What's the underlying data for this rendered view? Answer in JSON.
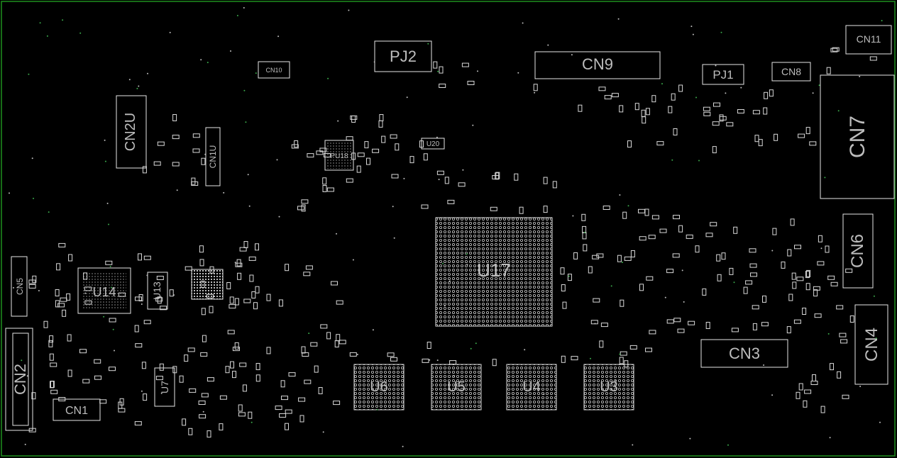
{
  "colors": {
    "background": "#000000",
    "outline": "#1f8f1f",
    "silkscreen": "#e6e6e6",
    "label": "#bdbdbd"
  },
  "components": {
    "pj2": "PJ2",
    "cn9": "CN9",
    "pj1": "PJ1",
    "cn8": "CN8",
    "cn11": "CN11",
    "cn10": "CN10",
    "cn7": "CN7",
    "cn2u": "CN2U",
    "cn1u": "CN1U",
    "pu18": "PU18",
    "u20": "U20",
    "cn6": "CN6",
    "u17": "U17",
    "cn5": "CN5",
    "u14": "U14",
    "u13": "U13",
    "cn2": "CN2",
    "cn1": "CN1",
    "u7": "U7",
    "u6": "U6",
    "u5": "U5",
    "u4": "U4",
    "u3": "U3",
    "cn3": "CN3",
    "cn4": "CN4"
  }
}
